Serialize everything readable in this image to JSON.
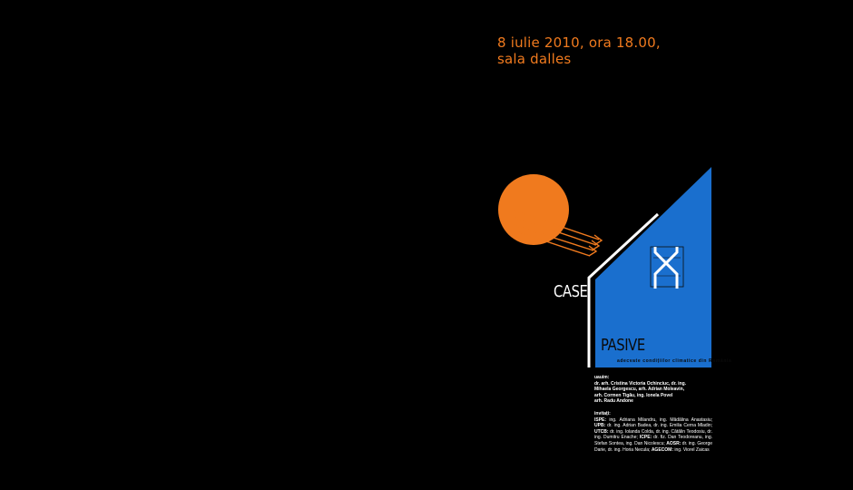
{
  "event": {
    "date_line1": "8 iulie 2010, ora 18.00,",
    "date_line2": "sala dalles"
  },
  "title": {
    "word1": "CASE",
    "word2": "PASIVE",
    "subtitle": "adecvate condițiilor climatice din România"
  },
  "credits": {
    "organizers_heading": "uauim:",
    "organizers": [
      "dr. arh. Cristina Victoria Ochinciuc, dr. ing.",
      "Mihaela Georgescu, arh. Adrian Moleavin,",
      "arh. Cormen Tigău, ing. Ionela Povel",
      "arh. Radu Andone"
    ],
    "guests_heading": "invitați:",
    "guests": [
      {
        "org": "ISPE:",
        "text": " ing. Adriana Milandru, ing. Mădălina Anastasiu; "
      },
      {
        "org": "UPB:",
        "text": " dr. ing. Adrian Badea, dr. ing. Emilia Cerna Mladin; "
      },
      {
        "org": "UTCB:",
        "text": " dr. ing. Iolanda Colda, dr. ing. Cătălin Teodosiu, dr. ing. Dumitru Enache; "
      },
      {
        "org": "ICPE:",
        "text": " dr. fiz. Dan Teodoreanu, ing. Stefan Sontea, ing. Dan Nicolescu; "
      },
      {
        "org": "AOSR:",
        "text": " dr. ing. George Darie, dr. ing. Horia Necula; "
      },
      {
        "org": "AGECOM:",
        "text": " ing. Viorel Zaicas"
      }
    ]
  },
  "colors": {
    "background": "#000000",
    "accent_orange": "#f07a1e",
    "house_blue": "#1a6fce",
    "text_white": "#ffffff"
  },
  "icons": [
    "sun-icon",
    "sun-rays-icon",
    "house-roof-icon",
    "hourglass-x-icon"
  ]
}
